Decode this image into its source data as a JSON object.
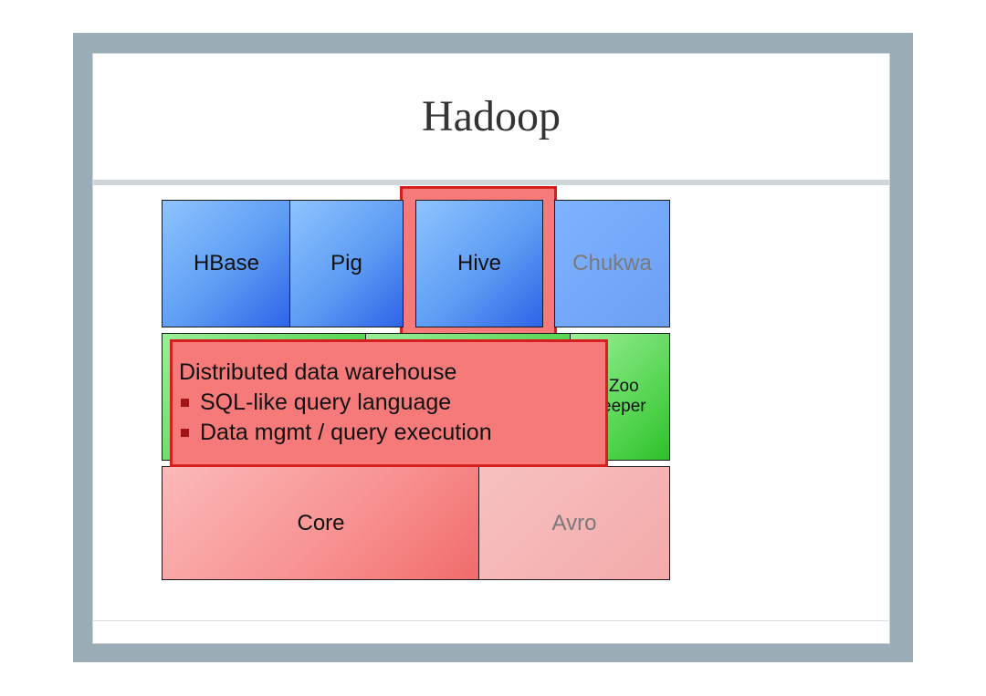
{
  "slide": {
    "title": "Hadoop"
  },
  "diagram": {
    "top_row": [
      "HBase",
      "Pig",
      "Hive",
      "Chukwa"
    ],
    "middle_row": {
      "zookeeper_line1": "Zoo",
      "zookeeper_line2": "eeper"
    },
    "bottom_row": [
      "Core",
      "Avro"
    ]
  },
  "popup": {
    "heading": "Distributed data warehouse",
    "bullets": [
      "SQL-like query language",
      "Data mgmt / query execution"
    ]
  }
}
